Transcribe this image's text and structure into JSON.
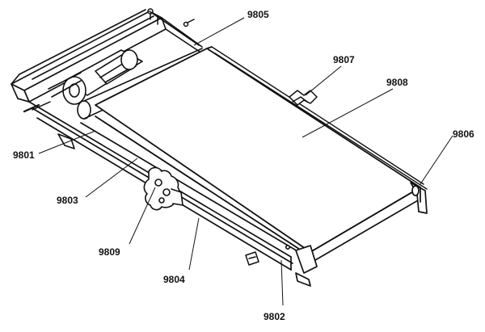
{
  "figure": {
    "labels": [
      {
        "id": "ref-9805",
        "text": "9805"
      },
      {
        "id": "ref-9807",
        "text": "9807"
      },
      {
        "id": "ref-9808",
        "text": "9808"
      },
      {
        "id": "ref-9806",
        "text": "9806"
      },
      {
        "id": "ref-9801",
        "text": "9801"
      },
      {
        "id": "ref-9803",
        "text": "9803"
      },
      {
        "id": "ref-9809",
        "text": "9809"
      },
      {
        "id": "ref-9804",
        "text": "9804"
      },
      {
        "id": "ref-9802",
        "text": "9802"
      }
    ]
  }
}
